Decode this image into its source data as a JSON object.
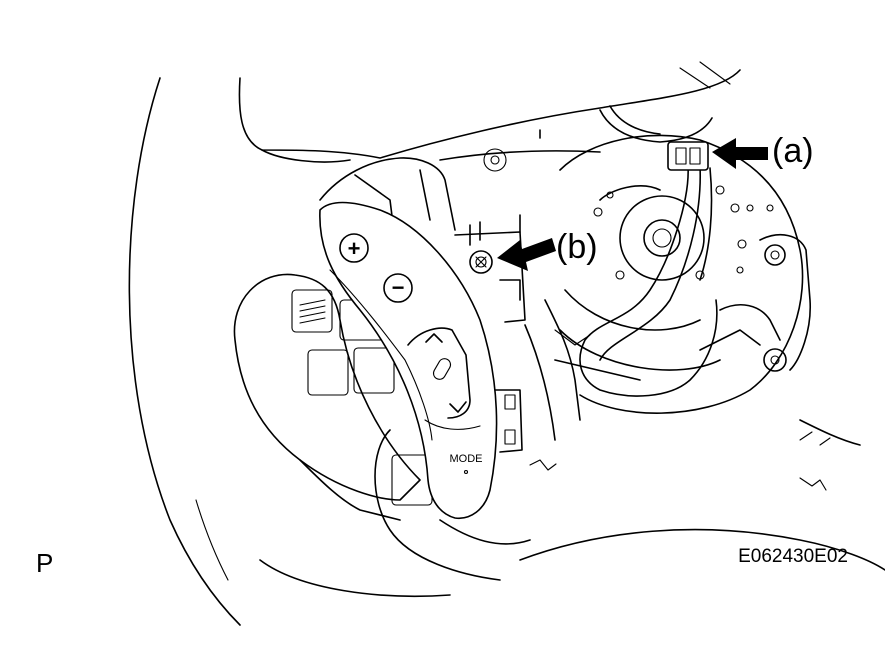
{
  "labels": {
    "callout_a": "(a)",
    "callout_b": "(b)",
    "corner_mark": "P",
    "figure_code": "E062430E02"
  },
  "switch": {
    "plus": "+",
    "minus": "−",
    "mode": "MODE"
  },
  "icons": [
    "arrow-left-icon",
    "screw-icon",
    "connector-icon"
  ]
}
